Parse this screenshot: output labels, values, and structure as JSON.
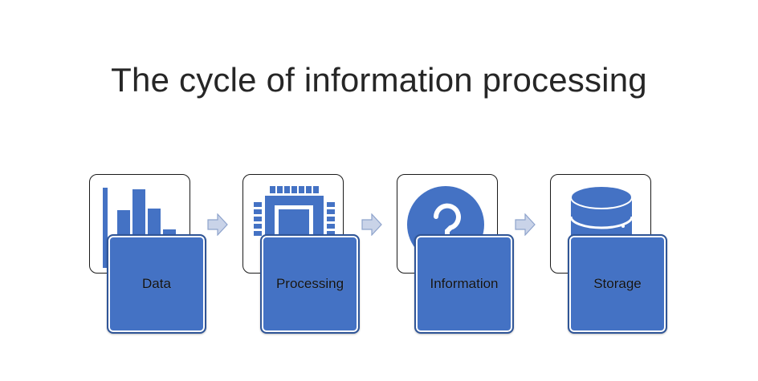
{
  "title": "The cycle of information processing",
  "stages": [
    {
      "label": "Data",
      "icon": "bar-chart-icon"
    },
    {
      "label": "Processing",
      "icon": "processor-chip-icon"
    },
    {
      "label": "Information",
      "icon": "refresh-icon"
    },
    {
      "label": "Storage",
      "icon": "database-icon"
    }
  ],
  "colors": {
    "box_fill": "#4472c4",
    "box_border": "#2f5597",
    "arrow_fill": "#c9d3e8",
    "arrow_stroke": "#8ea3cc",
    "title": "#262626"
  }
}
